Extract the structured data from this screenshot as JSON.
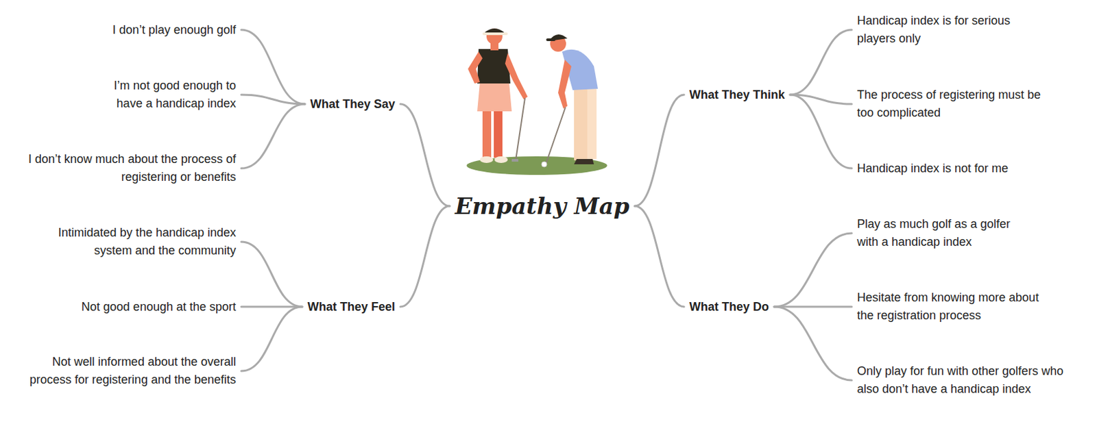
{
  "diagram": {
    "nodes": [
      {
        "text": [
          "Empathy Map"
        ]
      },
      {
        "text": [
          "What They Say"
        ]
      },
      {
        "text": [
          "I don’t play enough golf"
        ]
      },
      {
        "text": [
          "I’m not good enough to have a handicap index"
        ]
      },
      {
        "text": [
          "I don’t know much about the process of registering or benefits"
        ]
      },
      {
        "text": [
          "What They Feel"
        ]
      },
      {
        "text": [
          "Intimidated by the handicap index system and the community"
        ]
      },
      {
        "text": [
          "Not good enough at the sport"
        ]
      },
      {
        "text": [
          "Not well informed about the overall process for registering and the benefits"
        ]
      },
      {
        "text": [
          "What They Think"
        ]
      },
      {
        "text": [
          "Handicap index is for serious players only"
        ]
      },
      {
        "text": [
          "The process of registering must be too complicated"
        ]
      },
      {
        "text": [
          "Handicap index is not for me"
        ]
      },
      {
        "text": [
          "What They Do"
        ]
      },
      {
        "text": [
          "Play as much golf as a golfer with a handicap index"
        ]
      },
      {
        "text": [
          "Hesitate from knowing more about the registration process"
        ]
      },
      {
        "text": [
          "Only play for fun with other golfers who also don’t have a handicap index"
        ]
      }
    ],
    "edges": [
      {
        "from": 0,
        "to": 1,
        "arrow": "none"
      },
      {
        "from": 1,
        "to": 2,
        "arrow": "none"
      },
      {
        "from": 1,
        "to": 3,
        "arrow": "none"
      },
      {
        "from": 1,
        "to": 4,
        "arrow": "none"
      },
      {
        "from": 0,
        "to": 5,
        "arrow": "none"
      },
      {
        "from": 5,
        "to": 6,
        "arrow": "none"
      },
      {
        "from": 5,
        "to": 7,
        "arrow": "none"
      },
      {
        "from": 5,
        "to": 8,
        "arrow": "none"
      },
      {
        "from": 0,
        "to": 9,
        "arrow": "none"
      },
      {
        "from": 9,
        "to": 10,
        "arrow": "none"
      },
      {
        "from": 9,
        "to": 11,
        "arrow": "none"
      },
      {
        "from": 9,
        "to": 12,
        "arrow": "none"
      },
      {
        "from": 0,
        "to": 13,
        "arrow": "none"
      },
      {
        "from": 13,
        "to": 14,
        "arrow": "none"
      },
      {
        "from": 13,
        "to": 15,
        "arrow": "none"
      },
      {
        "from": 13,
        "to": 16,
        "arrow": "none"
      }
    ]
  }
}
